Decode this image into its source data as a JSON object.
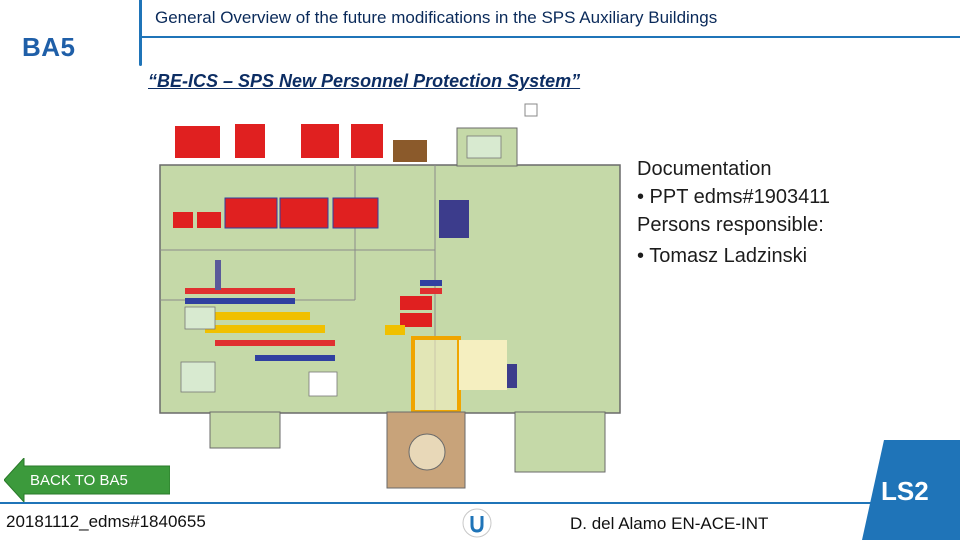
{
  "header": {
    "title": "General Overview of the future modifications in the SPS Auxiliary Buildings",
    "section_tag": "BA5"
  },
  "subtitle": "“BE-ICS – SPS New Personnel Protection System”",
  "documentation": {
    "heading": "Documentation",
    "items": [
      "•  PPT edms#1903411"
    ],
    "responsible_heading": "Persons responsible:",
    "responsible_items": [
      "•  Tomasz Ladzinski"
    ]
  },
  "back_button": {
    "label": "BACK TO BA5"
  },
  "footer": {
    "reference": "20181112_edms#1840655",
    "author": "D. del Alamo EN-ACE-INT",
    "badge": "LS2"
  },
  "colors": {
    "accent": "#1f74b8",
    "title_text": "#0c2d63",
    "back_button": "#3c9a3c",
    "plan_floor": "#c5d9a8",
    "highlight_box": "#f0a500",
    "equipment": "#e02020"
  }
}
